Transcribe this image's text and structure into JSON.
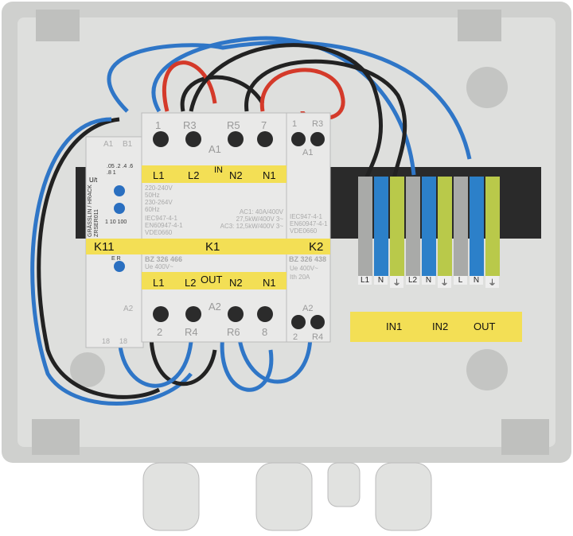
{
  "enclosure": {
    "base_color": "#d7d8d6",
    "label_color": "#f3df55"
  },
  "contactor_k1": {
    "tag": "K1",
    "top_terminals": [
      "1",
      "R3",
      "R5",
      "7"
    ],
    "coil_top": "A1",
    "in_label": "IN",
    "in_strip": [
      "L1",
      "L2",
      "N2",
      "N1"
    ],
    "out_label": "OUT",
    "out_strip": [
      "L1",
      "L2",
      "N2",
      "N1"
    ],
    "bottom_terminals": [
      "2",
      "R4",
      "R6",
      "8"
    ],
    "coil_bottom": "A2",
    "part": "BZ 326 466",
    "voltage": "Ue 400V~",
    "ratings": [
      "AC1: 40A/400V",
      "27,5kW/400V 3~",
      "AC3: 12,5kW/400V 3~"
    ],
    "specs": [
      "220-240V",
      "50Hz",
      "230-264V",
      "60Hz"
    ],
    "standards": [
      "IEC947-4-1",
      "EN60947-4-1",
      "VDE0660"
    ]
  },
  "contactor_k2": {
    "tag": "K2",
    "top_terminals": [
      "1",
      "R3"
    ],
    "coil_top": "A1",
    "bottom_terminals": [
      "2",
      "R4"
    ],
    "coil_bottom": "A2",
    "part": "BZ 326 438",
    "voltage": "Ue 400V~",
    "current": "Ith 20A",
    "standards": [
      "IEC947-4-1",
      "EN60947-4-1",
      "VDE0660"
    ]
  },
  "timer_k11": {
    "tag": "K11",
    "brand": "GRÄSSLIN / HRACK",
    "model": "ZRSER011",
    "terminals_top": [
      "A1",
      "B1"
    ],
    "terminals_bottom": [
      "A2",
      "18",
      "18"
    ],
    "dial1": [
      ".05",
      ".2",
      ".4",
      ".6",
      ".8",
      "1"
    ],
    "dial2": [
      "1",
      "10",
      "100"
    ],
    "dial_label": "U/t",
    "mode": [
      "E",
      "R"
    ]
  },
  "terminal_block": {
    "labels": [
      "L1",
      "N",
      "⏚",
      "L2",
      "N",
      "⏚",
      "L",
      "N",
      "⏚"
    ]
  },
  "group_labels": [
    "IN1",
    "IN2",
    "OUT"
  ]
}
